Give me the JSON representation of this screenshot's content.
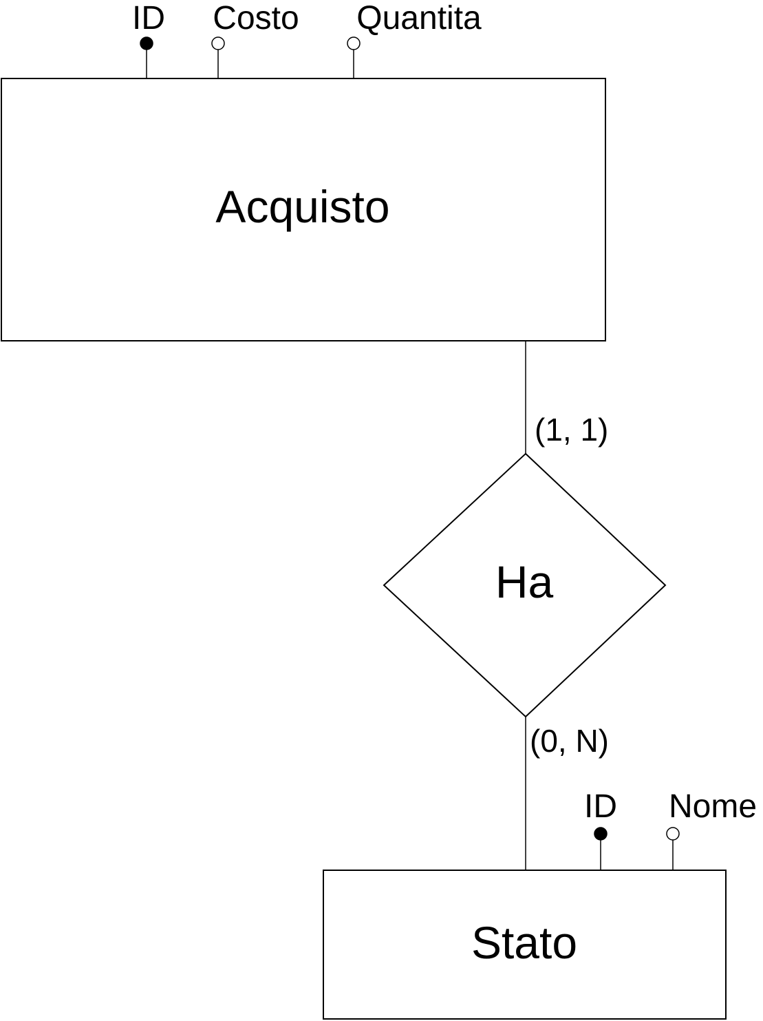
{
  "diagram": {
    "entities": {
      "acquisto": {
        "name": "Acquisto",
        "attributes": [
          {
            "label": "ID",
            "key": true
          },
          {
            "label": "Costo",
            "key": false
          },
          {
            "label": "Quantita",
            "key": false
          }
        ]
      },
      "stato": {
        "name": "Stato",
        "attributes": [
          {
            "label": "ID",
            "key": true
          },
          {
            "label": "Nome",
            "key": false
          }
        ]
      }
    },
    "relationship": {
      "name": "Ha",
      "cardinality_acquisto": "(1, 1)",
      "cardinality_stato": "(0, N)"
    }
  }
}
